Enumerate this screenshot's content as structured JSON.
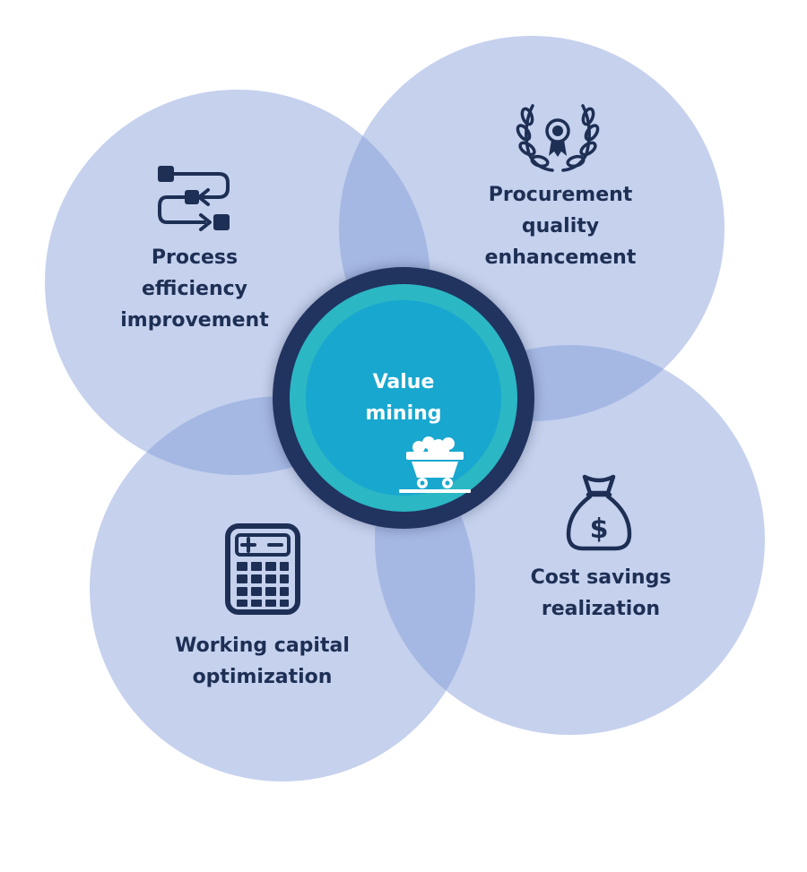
{
  "center": {
    "title_lines": [
      "Value",
      "mining"
    ],
    "icon": "mine-cart-icon"
  },
  "petals": [
    {
      "id": "process",
      "lines": [
        "Process",
        "efficiency",
        "improvement"
      ],
      "icon": "process-flow-icon"
    },
    {
      "id": "procurement",
      "lines": [
        "Procurement",
        "quality",
        "enhancement"
      ],
      "icon": "award-ribbon-icon"
    },
    {
      "id": "working-capital",
      "lines": [
        "Working capital",
        "optimization"
      ],
      "icon": "calculator-icon"
    },
    {
      "id": "cost-savings",
      "lines": [
        "Cost savings",
        "realization"
      ],
      "icon": "money-bag-icon"
    }
  ],
  "colors": {
    "petal_fill": "#7e99d6",
    "text_dark": "#1e2f55",
    "hub_ring": "#21335f",
    "hub_teal": "#2bb7c4",
    "hub_blue": "#18a7cf"
  }
}
